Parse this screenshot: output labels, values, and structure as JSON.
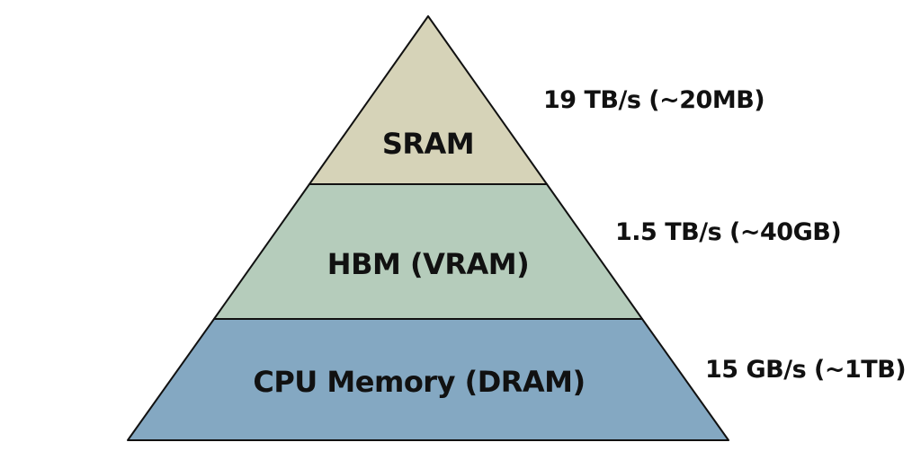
{
  "colors": {
    "tier_top": "#d6d3b8",
    "tier_middle": "#b5ccbb",
    "tier_bottom": "#84a8c2",
    "outline": "#111111",
    "text": "#111111"
  },
  "tiers": [
    {
      "name": "SRAM",
      "annotation": "19 TB/s (~20MB)"
    },
    {
      "name": "HBM (VRAM)",
      "annotation": "1.5 TB/s (~40GB)"
    },
    {
      "name": "CPU Memory (DRAM)",
      "annotation": "15 GB/s (~1TB)"
    }
  ]
}
